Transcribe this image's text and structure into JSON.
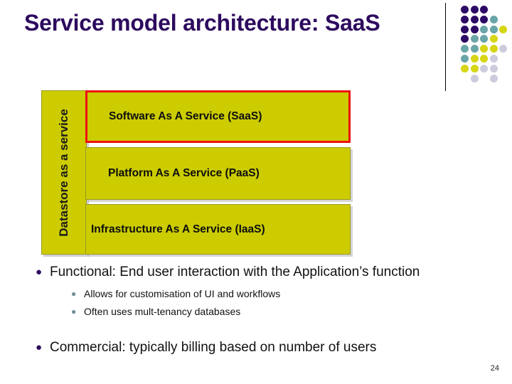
{
  "slide": {
    "title": "Service model architecture: SaaS",
    "page_number": "24"
  },
  "decoration": {
    "divider_icon": "vertical-rule",
    "dot_matrix_icon": "dot-matrix-decoration",
    "colors": {
      "purple": "#2d0a66",
      "teal": "#6aa5a8",
      "yellow": "#d6d615",
      "lavender": "#ccccdd"
    },
    "dots": [
      [
        "purple",
        "purple",
        "purple",
        null,
        null
      ],
      [
        "purple",
        "purple",
        "purple",
        "teal",
        null
      ],
      [
        "purple",
        "purple",
        "teal",
        "teal",
        "yellow"
      ],
      [
        "purple",
        "teal",
        "teal",
        "yellow",
        null
      ],
      [
        "teal",
        "teal",
        "yellow",
        "yellow",
        "lavender"
      ],
      [
        "teal",
        "yellow",
        "yellow",
        "lavender",
        null
      ],
      [
        "yellow",
        "yellow",
        "lavender",
        "lavender",
        null
      ],
      [
        null,
        "lavender",
        null,
        "lavender",
        null
      ]
    ]
  },
  "diagram": {
    "side_label": "Datastore as a service",
    "highlight_color": "#ee1111",
    "box_color": "#cccc00",
    "layers": [
      {
        "label": "Software As A Service (SaaS)",
        "highlighted": true
      },
      {
        "label": "Platform As A Service (PaaS)",
        "highlighted": false
      },
      {
        "label": "Infrastructure As A Service (IaaS)",
        "highlighted": false
      }
    ]
  },
  "bullets": {
    "marker_l1": "●",
    "marker_l2": "●",
    "functional": {
      "text": "Functional: End user interaction with the Application’s function",
      "sub": [
        "Allows for customisation of UI and workflows",
        "Often uses mult-tenancy databases"
      ]
    },
    "commercial": {
      "text": "Commercial: typically billing based on number of users"
    }
  }
}
